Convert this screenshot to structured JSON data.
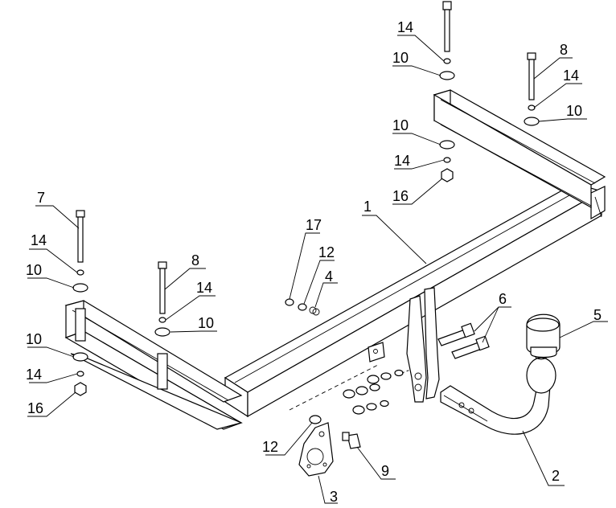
{
  "diagram": {
    "part_labels": {
      "frame": "1",
      "ball_neck": "2",
      "socket_plate": "3",
      "spring_washer": "4",
      "ball_cover": "5",
      "ball_bolts": "6",
      "bolt_left_top": "7",
      "bolt_left_second": "8",
      "bolt_right": "8",
      "socket_bolt": "9",
      "washer_large_a": "10",
      "washer_large_b": "10",
      "washer_large_c": "10",
      "washer_large_d": "10",
      "washer_large_e": "10",
      "washer_large_f": "10",
      "washer_small_left": "12",
      "washer_small_mid": "12",
      "spring_a": "14",
      "spring_b": "14",
      "spring_c": "14",
      "spring_d": "14",
      "spring_e": "14",
      "spring_f": "14",
      "nut_left": "16",
      "nut_right": "16",
      "nut_mid": "17"
    }
  }
}
